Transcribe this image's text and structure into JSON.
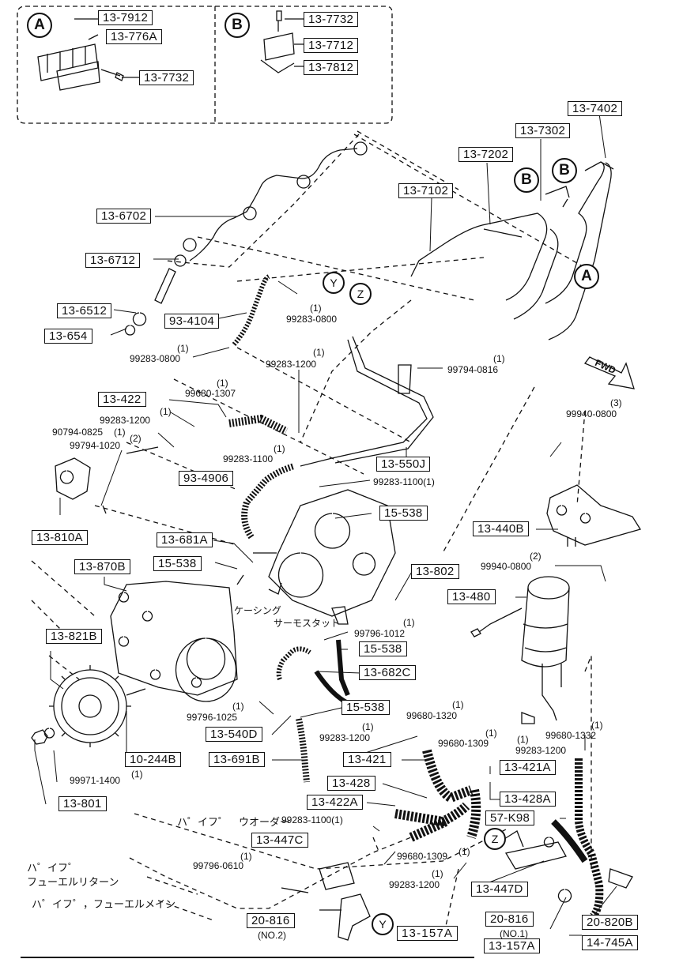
{
  "inset_a": {
    "letter": "A",
    "parts": [
      "13-7912",
      "13-776A",
      "13-7732"
    ]
  },
  "inset_b": {
    "letter": "B",
    "parts": [
      "13-7732",
      "13-7712",
      "13-7812"
    ]
  },
  "boxed_labels": {
    "p13_7402": "13-7402",
    "p13_7302": "13-7302",
    "p13_7202": "13-7202",
    "p13_7102": "13-7102",
    "p13_6702": "13-6702",
    "p13_6712": "13-6712",
    "p13_6512": "13-6512",
    "p13_654": "13-654",
    "p93_4104": "93-4104",
    "p13_422": "13-422",
    "p13_550j": "13-550J",
    "p93_4906": "93-4906",
    "p13_810a": "13-810A",
    "p15_538_a": "15-538",
    "p13_681a": "13-681A",
    "p15_538_b": "15-538",
    "p13_440b": "13-440B",
    "p13_870b": "13-870B",
    "p13_802": "13-802",
    "p13_480": "13-480",
    "p13_821b": "13-821B",
    "p15_538_c": "15-538",
    "p13_682c": "13-682C",
    "p15_538_d": "15-538",
    "p13_540d": "13-540D",
    "p10_244b": "10-244B",
    "p13_691b": "13-691B",
    "p13_421": "13-421",
    "p13_421a": "13-421A",
    "p13_428": "13-428",
    "p13_428a": "13-428A",
    "p13_801": "13-801",
    "p13_422a": "13-422A",
    "p57_k98": "57-K98",
    "p13_447c": "13-447C",
    "p13_447d": "13-447D",
    "p20_816_no2": "20-816",
    "p13_157a_x": "13-157A",
    "p20_816_no1": "20-816",
    "p13_157a_y": "13-157A",
    "p20_820b": "20-820B",
    "p14_745a": "14-745A"
  },
  "plain_labels": {
    "t_99283_0800_a": "99283-0800",
    "t_q_1a": "(1)",
    "t_99283_0800_b": "99283-0800",
    "t_q_1b": "(1)",
    "t_99283_1200_a": "99283-1200",
    "t_q_1c": "(1)",
    "t_99794_0816": "99794-0816",
    "t_q_1d": "(1)",
    "t_99680_1307": "99680-1307",
    "t_q_1e": "(1)",
    "t_99283_1200_b": "99283-1200",
    "t_q_1f": "(1)",
    "t_90794_0825": "90794-0825",
    "t_q_1g": "(1)",
    "t_99794_1020": "99794-1020",
    "t_q_2a": "(2)",
    "t_99283_1100_a": "99283-1100",
    "t_q_1h": "(1)",
    "t_99283_1100_b": "99283-1100(1)",
    "t_99940_0800_a": "99940-0800",
    "t_q_3": "(3)",
    "t_99940_0800_b": "99940-0800",
    "t_q_2b": "(2)",
    "t_99796_1012": "99796-1012",
    "t_q_1i": "(1)",
    "t_99796_1025": "99796-1025",
    "t_q_1j": "(1)",
    "t_99680_1320": "99680-1320",
    "t_q_1k": "(1)",
    "t_99283_1200_c": "99283-1200",
    "t_q_1l": "(1)",
    "t_99680_1309_a": "99680-1309",
    "t_q_1m": "(1)",
    "t_99283_1200_d": "99283-1200",
    "t_q_1n": "(1)",
    "t_99680_1332": "99680-1332",
    "t_q_1o": "(1)",
    "t_99971_1400": "99971-1400",
    "t_q_1p": "(1)",
    "t_99283_1100_c": "99283-1100(1)",
    "t_99796_0610": "99796-0610",
    "t_q_1q": "(1)",
    "t_99680_1309_b": "99680-1309",
    "t_q_1r": "(1)",
    "t_99283_1200_e": "99283-1200",
    "t_q_1s": "(1)",
    "t_no2": "(NO.2)",
    "t_no1": "(NO.1)"
  },
  "view_markers": {
    "a": "A",
    "b1": "B",
    "b2": "B",
    "y1": "Y",
    "z1": "Z",
    "y2": "Y",
    "z2": "Z"
  },
  "direction_arrow": "FWD",
  "japanese_labels": {
    "casing": "ケーシング",
    "thermostat": "サーモスタット",
    "pipe_water": "ハ゜イフ゜　ウオーダー",
    "pipe_fuel_return_1": "ハ゜イフ゜",
    "pipe_fuel_return_2": "フューエルリターン",
    "pipe_fuel_main": "ハ゜イフ゜，フューエルメイン"
  }
}
